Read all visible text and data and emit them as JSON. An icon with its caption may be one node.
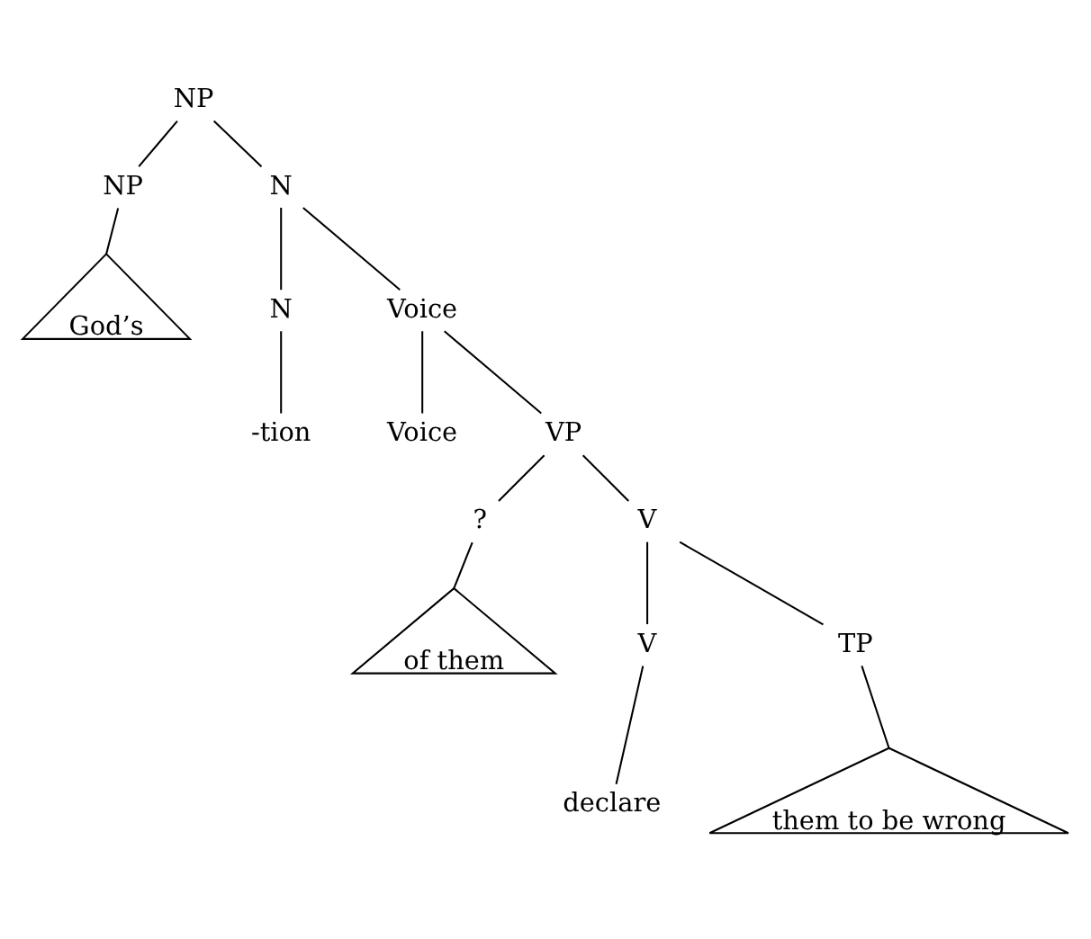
{
  "diagram": {
    "nodes": [
      {
        "text": [
          "NP"
        ]
      },
      {
        "text": [
          "NP"
        ]
      },
      {
        "text": [
          "N"
        ]
      },
      {
        "text": [
          "God’s"
        ]
      },
      {
        "text": [
          "N"
        ]
      },
      {
        "text": [
          "Voice"
        ]
      },
      {
        "text": [
          "-tion"
        ]
      },
      {
        "text": [
          "Voice"
        ]
      },
      {
        "text": [
          "VP"
        ]
      },
      {
        "text": [
          "?"
        ]
      },
      {
        "text": [
          "V"
        ]
      },
      {
        "text": [
          "of them"
        ]
      },
      {
        "text": [
          "V"
        ]
      },
      {
        "text": [
          "TP"
        ]
      },
      {
        "text": [
          "declare"
        ]
      },
      {
        "text": [
          "them to be wrong"
        ]
      }
    ],
    "edges": [
      {
        "from": 0,
        "to": 1,
        "arrow": "none"
      },
      {
        "from": 0,
        "to": 2,
        "arrow": "none"
      },
      {
        "from": 1,
        "to": 3,
        "arrow": "none"
      },
      {
        "from": 2,
        "to": 4,
        "arrow": "none"
      },
      {
        "from": 2,
        "to": 5,
        "arrow": "none"
      },
      {
        "from": 4,
        "to": 6,
        "arrow": "none"
      },
      {
        "from": 5,
        "to": 7,
        "arrow": "none"
      },
      {
        "from": 5,
        "to": 8,
        "arrow": "none"
      },
      {
        "from": 8,
        "to": 9,
        "arrow": "none"
      },
      {
        "from": 8,
        "to": 10,
        "arrow": "none"
      },
      {
        "from": 9,
        "to": 11,
        "arrow": "none"
      },
      {
        "from": 10,
        "to": 12,
        "arrow": "none"
      },
      {
        "from": 10,
        "to": 13,
        "arrow": "none"
      },
      {
        "from": 12,
        "to": 14,
        "arrow": "none"
      },
      {
        "from": 13,
        "to": 15,
        "arrow": "none"
      }
    ]
  }
}
